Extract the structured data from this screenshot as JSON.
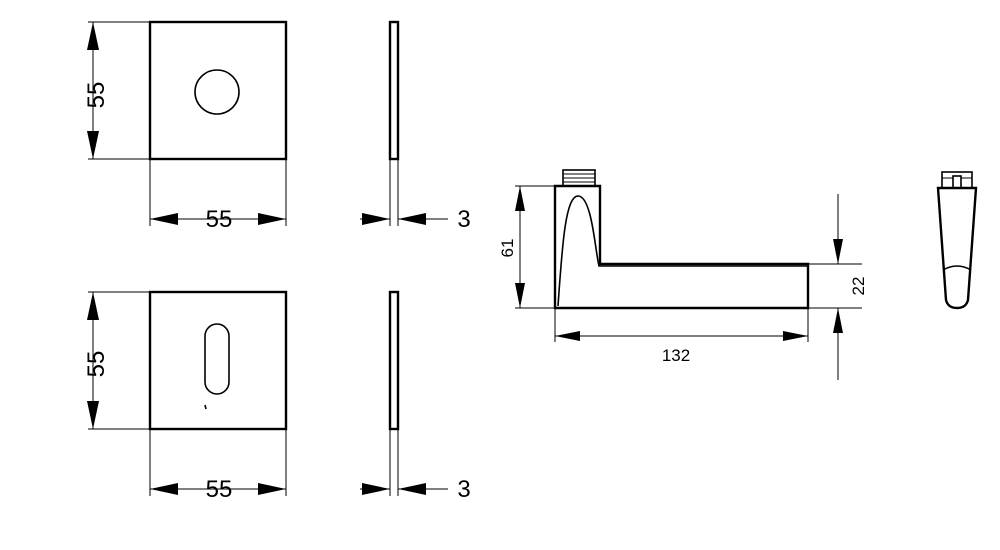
{
  "rose": {
    "height_label": "55",
    "width_label": "55",
    "thickness_label": "3"
  },
  "escutcheon": {
    "height_label": "55",
    "width_label": "55",
    "thickness_label": "3"
  },
  "handle": {
    "height_label": "61",
    "length_label": "132",
    "grip_label": "22"
  }
}
